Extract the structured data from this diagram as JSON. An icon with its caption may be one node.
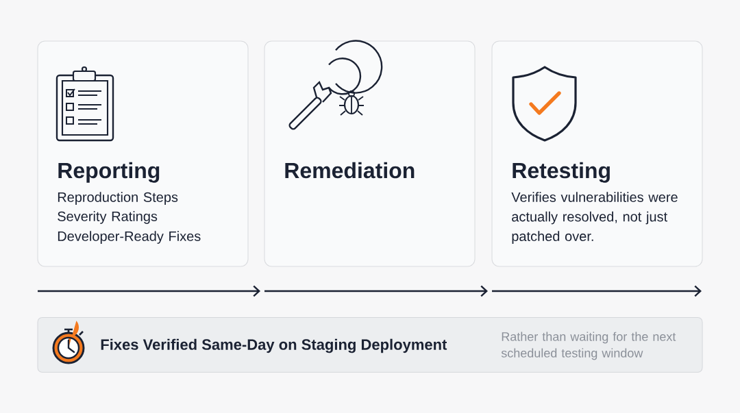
{
  "diagram": {
    "nodes": [
      {
        "text": [
          "Reporting",
          "Reproduction Steps",
          "Severity Ratings",
          "Developer-Ready Fixes"
        ]
      },
      {
        "text": [
          "Remediation"
        ]
      },
      {
        "text": [
          "Retesting",
          "Verifies vulnerabilities were actually resolved, not just patched over."
        ]
      },
      {
        "text": [
          "Fixes Verified Same-Day on Staging Deployment",
          "Rather than waiting for the next scheduled testing window"
        ]
      }
    ]
  }
}
